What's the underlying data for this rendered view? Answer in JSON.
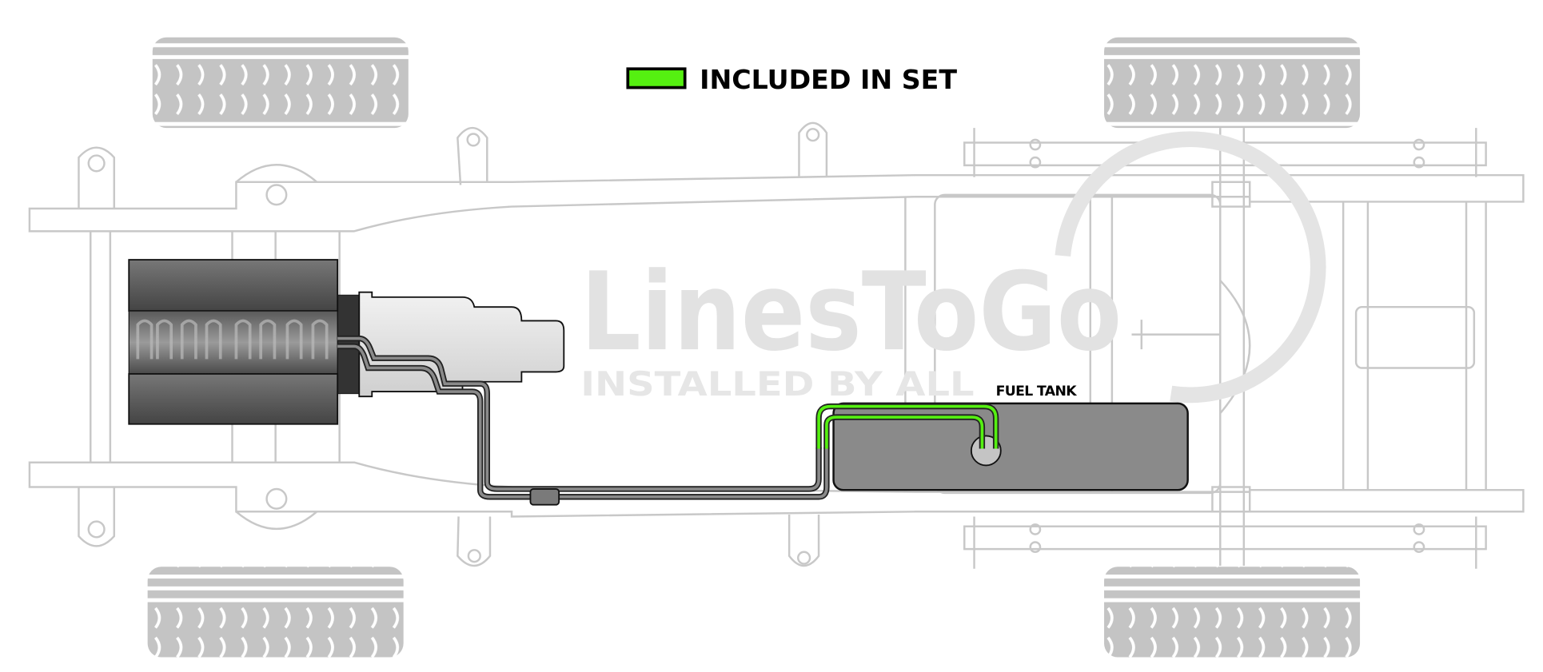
{
  "legend": {
    "label": "INCLUDED IN SET",
    "swatch_color": "#55f011"
  },
  "labels": {
    "fuel_tank": "FUEL TANK"
  },
  "watermark": {
    "brand": "LinesToGo",
    "tagline": "INSTALLED BY ALL"
  },
  "colors": {
    "included_line": "#55f011",
    "existing_line": "#7a7a7a",
    "tank": "#8a8a8a",
    "frame": "#c8c8c8",
    "tire": "#c4c4c4"
  }
}
